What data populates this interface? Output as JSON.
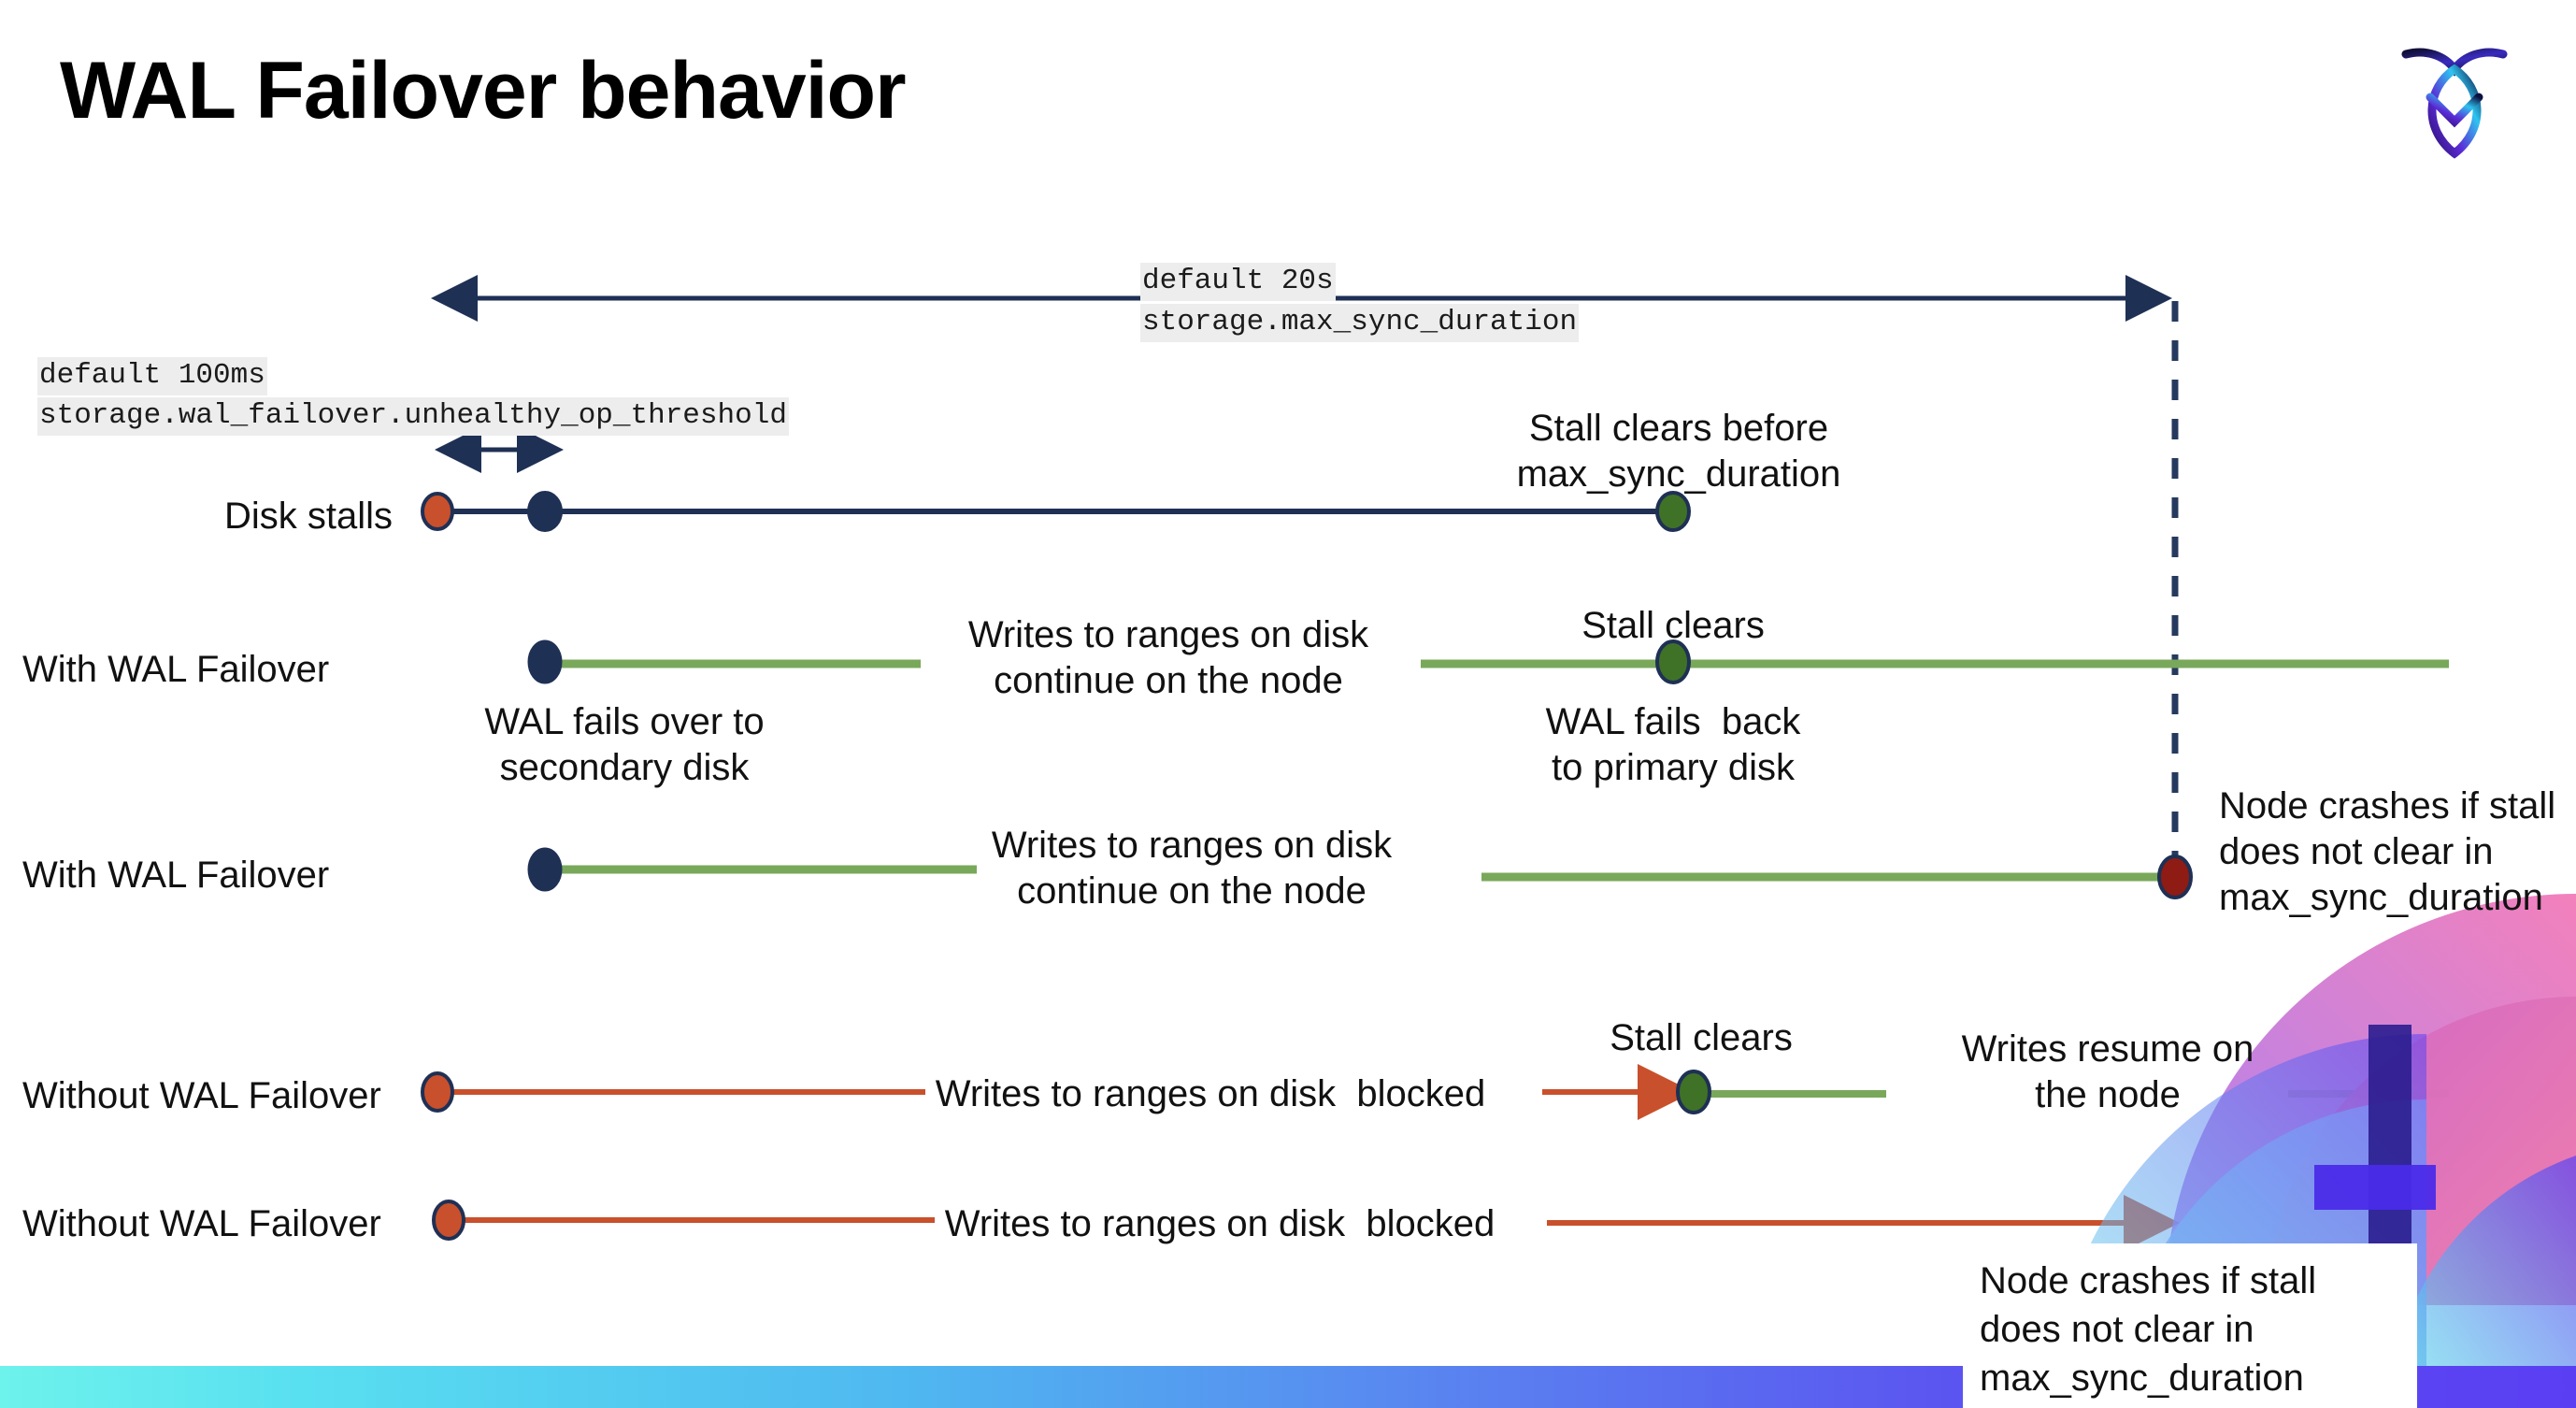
{
  "slide": {
    "title": "WAL Failover behavior",
    "logo_name": "cockroachdb-logo"
  },
  "colors": {
    "navy": "#1F3055",
    "green_line": "#79A85B",
    "green_dot": "#3F7227",
    "orange": "#C9502C",
    "dark_red": "#8E1B14",
    "code_bg": "#EDEDED",
    "accent_gradient_start": "#6EF2EC",
    "accent_gradient_end": "#5A3FF2"
  },
  "annotations": {
    "max_sync": {
      "default": "default 20s",
      "setting": "storage.max_sync_duration"
    },
    "unhealthy_op": {
      "default": "default 100ms",
      "setting": "storage.wal_failover.unhealthy_op_threshold"
    }
  },
  "rows": [
    {
      "id": "disk-stalls",
      "label": "Disk stalls",
      "note_right": "Stall clears before\nmax_sync_duration"
    },
    {
      "id": "with-wal-failover-clears",
      "label": "With WAL Failover",
      "note_start": "WAL fails over to\nsecondary disk",
      "note_mid": "Writes to ranges on disk\ncontinue on the node",
      "note_top": "Stall clears",
      "note_bottom": "WAL fails  back\nto primary disk"
    },
    {
      "id": "with-wal-failover-crash",
      "label": "With WAL Failover",
      "note_mid": "Writes to ranges on disk\ncontinue on the node",
      "note_right": "Node crashes if stall\ndoes not clear in\nmax_sync_duration"
    },
    {
      "id": "without-wal-failover-clears",
      "label": "Without WAL Failover",
      "note_mid": "Writes to ranges on disk  blocked",
      "note_top": "Stall clears",
      "note_right": "Writes resume on\nthe node"
    },
    {
      "id": "without-wal-failover-crash",
      "label": "Without WAL Failover",
      "note_mid": "Writes to ranges on disk  blocked",
      "note_right": "Node crashes if stall\ndoes not clear in\nmax_sync_duration"
    }
  ],
  "chart_data": {
    "type": "timeline",
    "title": "WAL Failover behavior",
    "xlabel": "",
    "ylabel": "",
    "grid": false,
    "legend": "none",
    "time_markers": [
      {
        "name": "storage.wal_failover.unhealthy_op_threshold",
        "value": "100ms",
        "kind": "default"
      },
      {
        "name": "storage.max_sync_duration",
        "value": "20s",
        "kind": "default"
      }
    ],
    "series": [
      {
        "name": "Disk stalls",
        "events": [
          {
            "at": "stall-start",
            "marker": "orange-dot",
            "x": 468
          },
          {
            "at": "unhealthy-op-threshold",
            "marker": "navy-dot",
            "x": 583
          },
          {
            "at": "stall-clears",
            "marker": "green-dot",
            "x": 1790
          }
        ],
        "line_color": "#1F3055"
      },
      {
        "name": "With WAL Failover",
        "events": [
          {
            "at": "wal-fails-over",
            "marker": "navy-dot",
            "x": 583
          },
          {
            "at": "stall-clears / wal-fails-back",
            "marker": "green-dot",
            "x": 1790
          }
        ],
        "line_color": "#79A85B"
      },
      {
        "name": "With WAL Failover",
        "events": [
          {
            "at": "wal-fails-over",
            "marker": "navy-dot",
            "x": 583
          },
          {
            "at": "node-crashes",
            "marker": "dark-red-dot",
            "x": 2327
          }
        ],
        "line_color": "#79A85B"
      },
      {
        "name": "Without WAL Failover",
        "events": [
          {
            "at": "stall-start",
            "marker": "orange-dot",
            "x": 468
          },
          {
            "at": "stall-clears",
            "marker": "green-dot",
            "x": 1812
          }
        ],
        "line_color": "#C9502C"
      },
      {
        "name": "Without WAL Failover",
        "events": [
          {
            "at": "stall-start",
            "marker": "orange-dot",
            "x": 480
          },
          {
            "at": "node-crashes",
            "marker": "dark-red-dot",
            "x": 2327
          }
        ],
        "line_color": "#C9502C"
      }
    ]
  }
}
